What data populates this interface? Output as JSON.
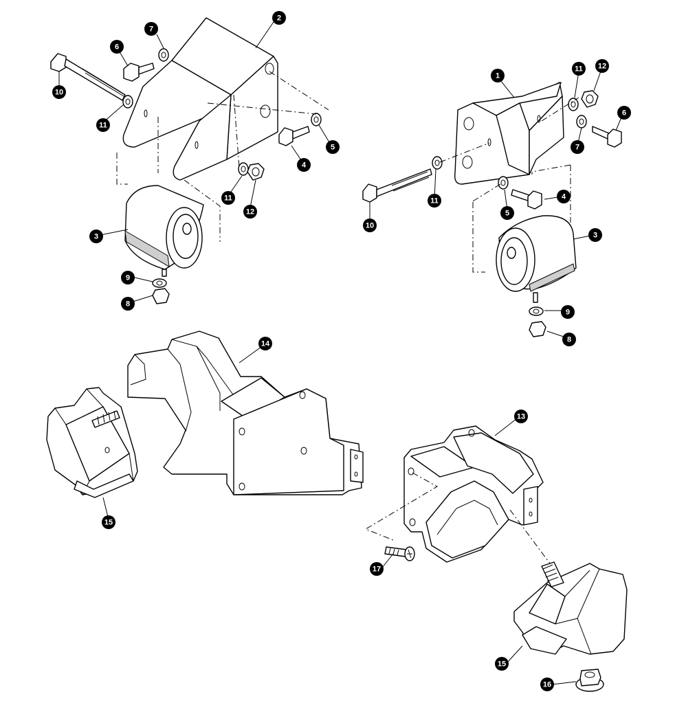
{
  "callouts": [
    {
      "id": "c2",
      "label": "2"
    },
    {
      "id": "c7",
      "label": "7"
    },
    {
      "id": "c6",
      "label": "6"
    },
    {
      "id": "c10",
      "label": "10"
    },
    {
      "id": "c11",
      "label": "11"
    },
    {
      "id": "c5",
      "label": "5"
    },
    {
      "id": "c4",
      "label": "4"
    },
    {
      "id": "c11b",
      "label": "11"
    },
    {
      "id": "c12",
      "label": "12"
    },
    {
      "id": "c3",
      "label": "3"
    },
    {
      "id": "c9",
      "label": "9"
    },
    {
      "id": "c8",
      "label": "8"
    },
    {
      "id": "r1",
      "label": "1"
    },
    {
      "id": "r11",
      "label": "11"
    },
    {
      "id": "r12",
      "label": "12"
    },
    {
      "id": "r6",
      "label": "6"
    },
    {
      "id": "r7",
      "label": "7"
    },
    {
      "id": "r4",
      "label": "4"
    },
    {
      "id": "r5",
      "label": "5"
    },
    {
      "id": "r11b",
      "label": "11"
    },
    {
      "id": "r10",
      "label": "10"
    },
    {
      "id": "r3",
      "label": "3"
    },
    {
      "id": "r9",
      "label": "9"
    },
    {
      "id": "r8",
      "label": "8"
    },
    {
      "id": "b14",
      "label": "14"
    },
    {
      "id": "b15",
      "label": "15"
    },
    {
      "id": "d13",
      "label": "13"
    },
    {
      "id": "d17",
      "label": "17"
    },
    {
      "id": "d15",
      "label": "15"
    },
    {
      "id": "d16",
      "label": "16"
    }
  ]
}
